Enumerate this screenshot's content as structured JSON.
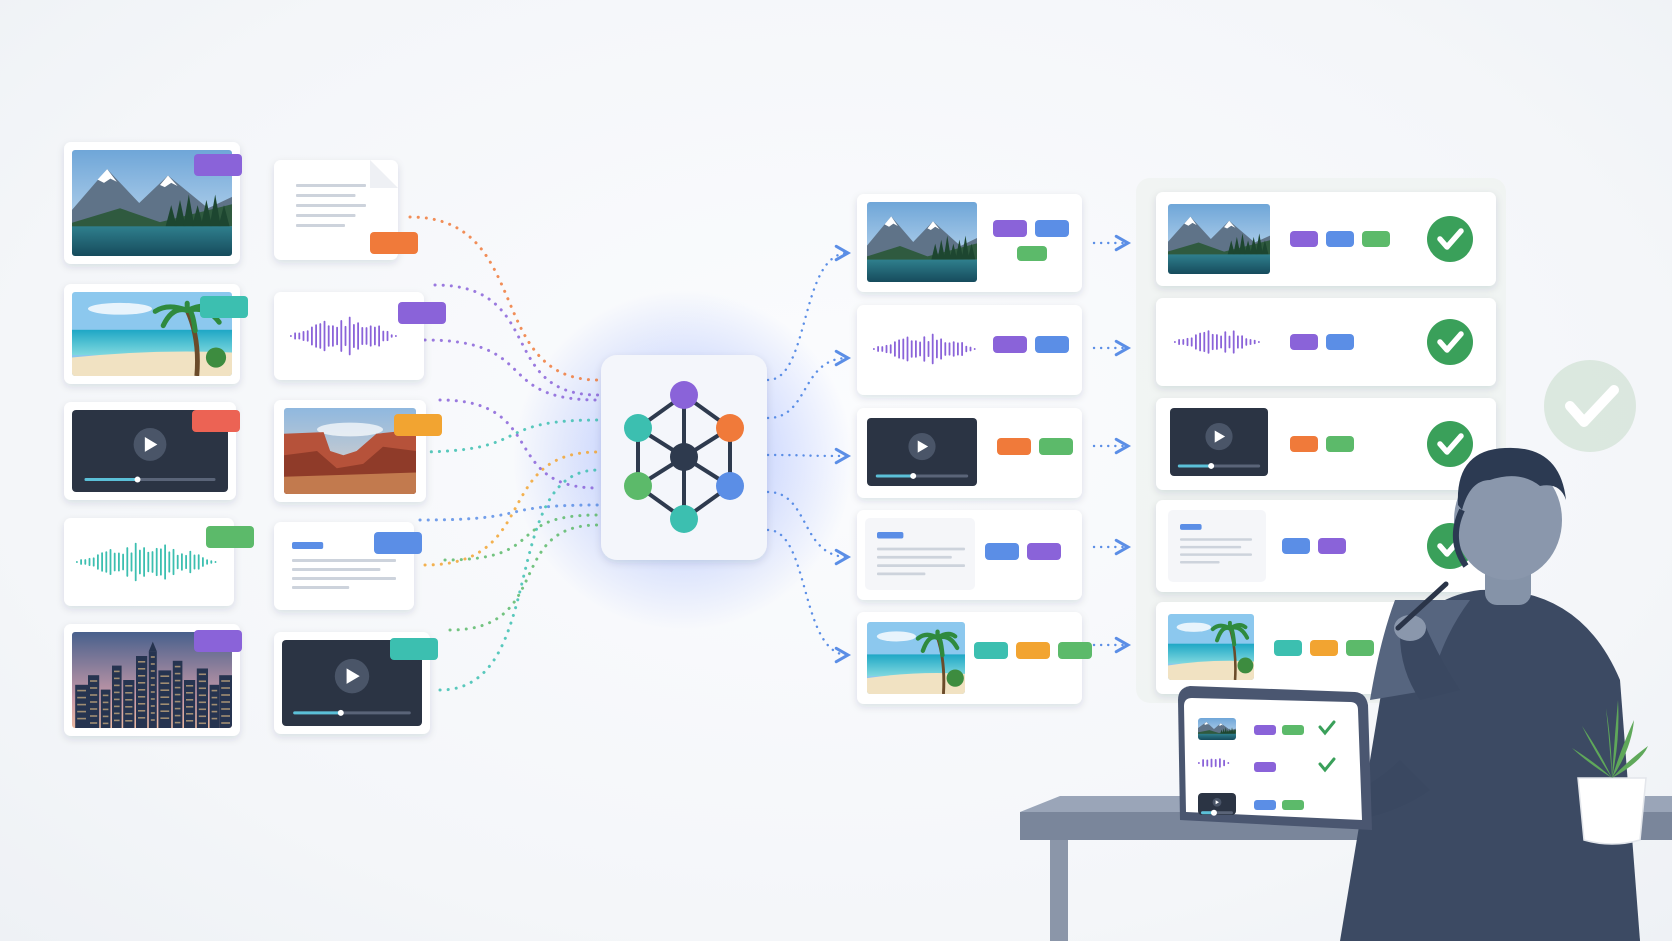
{
  "colors": {
    "purple": "#8a63d9",
    "blue": "#5b8ee6",
    "teal": "#3cbfb0",
    "orange": "#f07a3a",
    "amber": "#f2a431",
    "green": "#5cba6a",
    "red": "#ec6354",
    "navy": "#2e3a4e",
    "check": "#3aa05a",
    "person": "#3c4a63"
  },
  "inputs": [
    {
      "kind": "mountain-image",
      "tag": "purple"
    },
    {
      "kind": "document",
      "tag": "orange"
    },
    {
      "kind": "beach-image",
      "tag": "teal"
    },
    {
      "kind": "audio-waveform",
      "tag": "purple"
    },
    {
      "kind": "video",
      "tag": "red"
    },
    {
      "kind": "canyon-image",
      "tag": "amber"
    },
    {
      "kind": "audio-waveform",
      "tag": "green"
    },
    {
      "kind": "document",
      "tag": "blue"
    },
    {
      "kind": "city-image",
      "tag": "purple"
    },
    {
      "kind": "video",
      "tag": "teal"
    }
  ],
  "hub": {
    "icon": "network-graph-icon"
  },
  "outputs": [
    {
      "kind": "mountain-image",
      "tags": [
        "purple",
        "blue",
        "green"
      ]
    },
    {
      "kind": "audio-waveform",
      "tags": [
        "purple",
        "blue"
      ]
    },
    {
      "kind": "video",
      "tags": [
        "orange",
        "green"
      ]
    },
    {
      "kind": "document",
      "tags": [
        "blue",
        "purple"
      ]
    },
    {
      "kind": "beach-image",
      "tags": [
        "teal",
        "amber",
        "green"
      ]
    }
  ],
  "verified": [
    {
      "kind": "mountain-image",
      "tags": [
        "purple",
        "blue",
        "green"
      ],
      "status": "checked"
    },
    {
      "kind": "audio-waveform",
      "tags": [
        "purple",
        "blue"
      ],
      "status": "checked"
    },
    {
      "kind": "video",
      "tags": [
        "orange",
        "green"
      ],
      "status": "checked"
    },
    {
      "kind": "document",
      "tags": [
        "blue",
        "purple"
      ],
      "status": "checked"
    },
    {
      "kind": "beach-image",
      "tags": [
        "teal",
        "amber",
        "green"
      ],
      "status": "unchecked"
    }
  ],
  "reviewer": {
    "icon": "reviewer-person-icon",
    "device": "tablet-icon",
    "plant": "plant-icon",
    "approval": "check-icon"
  }
}
